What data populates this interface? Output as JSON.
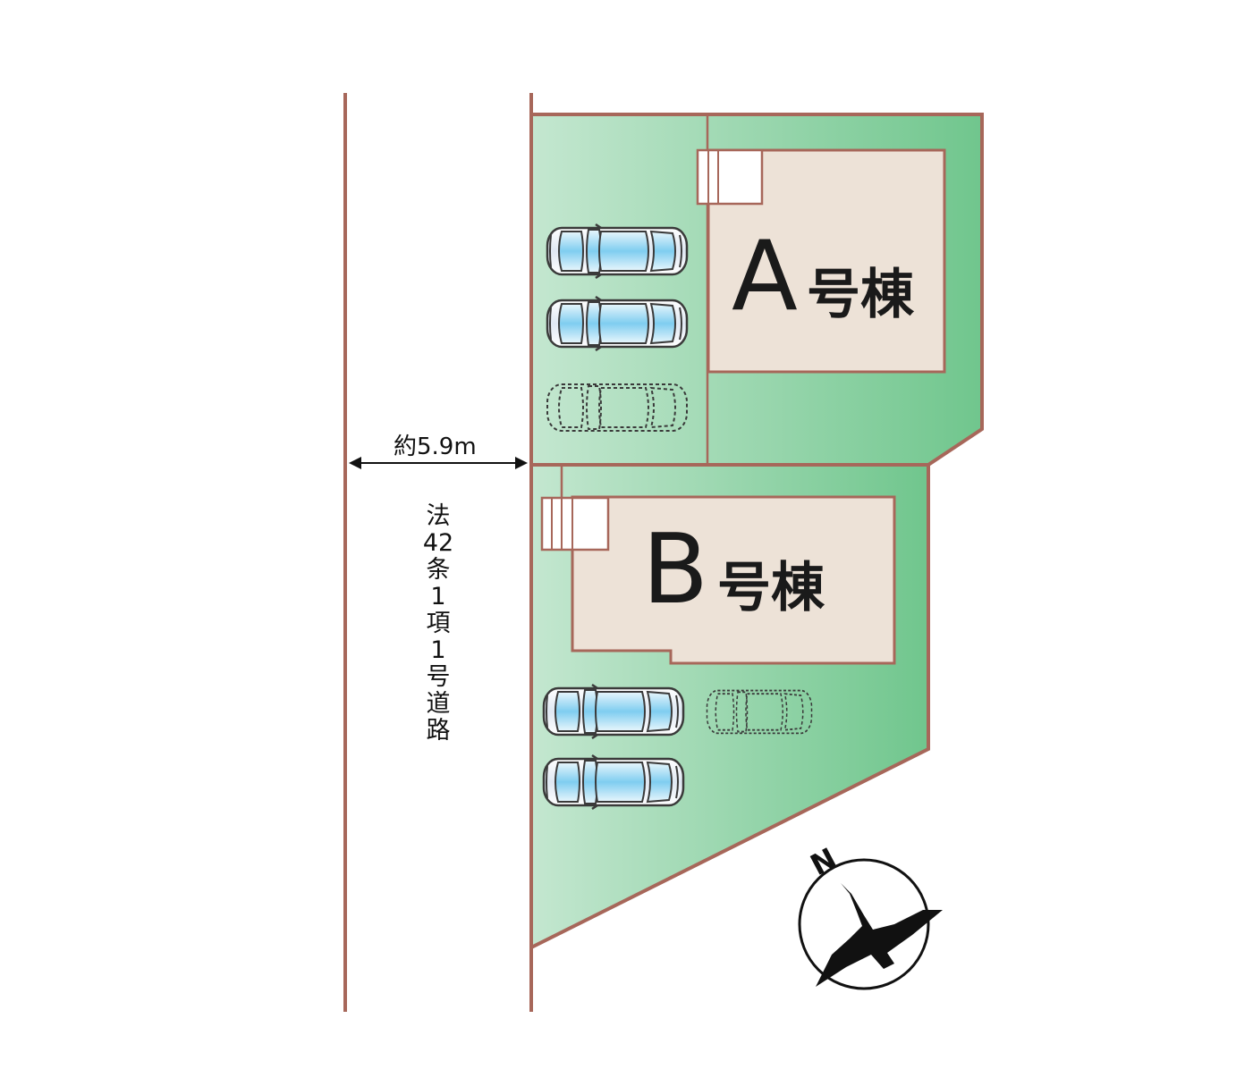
{
  "lots": [
    {
      "id": "A",
      "letter": "A",
      "suffix": "号棟"
    },
    {
      "id": "B",
      "letter": "B",
      "suffix": "号棟"
    }
  ],
  "road": {
    "width_label": "約5.9m",
    "name_chars": [
      "法",
      "42",
      "条",
      "1",
      "項",
      "1",
      "号",
      "道",
      "路"
    ]
  },
  "compass": {
    "north_label": "N"
  },
  "colors": {
    "boundary": "#a7675a",
    "lot_light": "#c3e6cf",
    "lot_dark": "#6fc58c",
    "building": "#ede2d7",
    "car_glass": "#8fd3f0"
  }
}
